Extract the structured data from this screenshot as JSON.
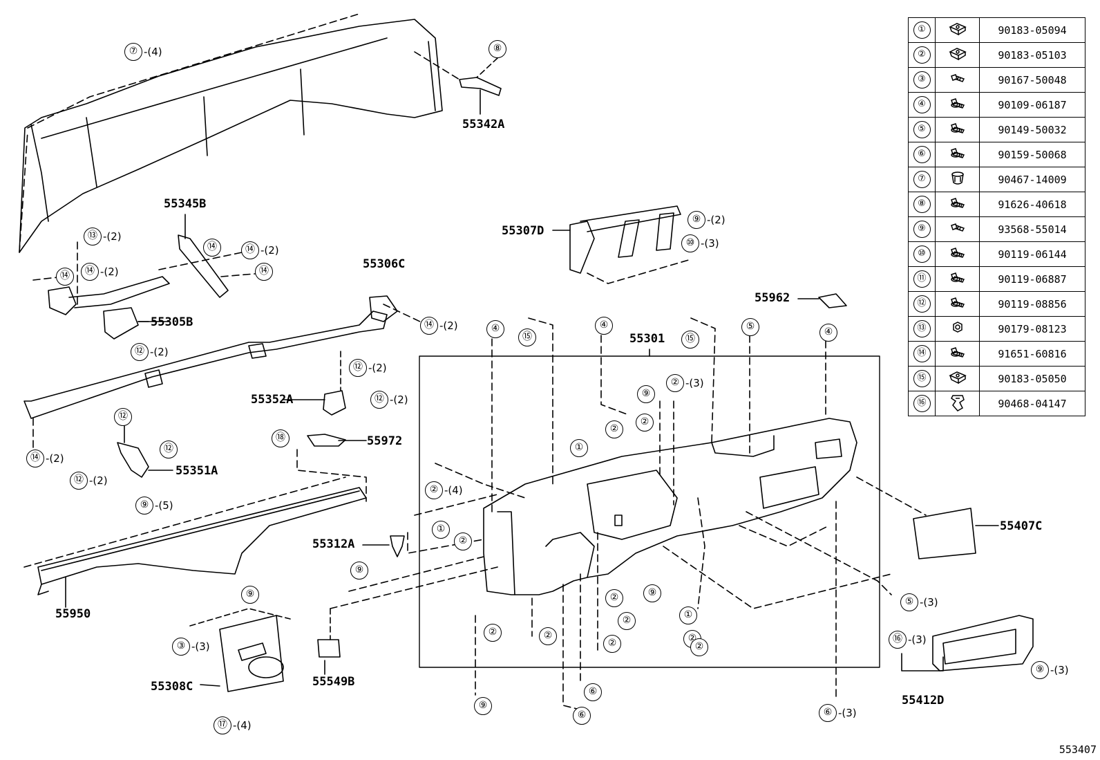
{
  "part_labels": [
    {
      "id": "55342A",
      "text": "55342A"
    },
    {
      "id": "55345B",
      "text": "55345B"
    },
    {
      "id": "55305B",
      "text": "55305B"
    },
    {
      "id": "55306C",
      "text": "55306C"
    },
    {
      "id": "55352A",
      "text": "55352A"
    },
    {
      "id": "55972",
      "text": "55972"
    },
    {
      "id": "55351A",
      "text": "55351A"
    },
    {
      "id": "55950",
      "text": "55950"
    },
    {
      "id": "55312A",
      "text": "55312A"
    },
    {
      "id": "55308C",
      "text": "55308C"
    },
    {
      "id": "55549B",
      "text": "55549B"
    },
    {
      "id": "55307D",
      "text": "55307D"
    },
    {
      "id": "55962",
      "text": "55962"
    },
    {
      "id": "55301",
      "text": "55301"
    },
    {
      "id": "55407C",
      "text": "55407C"
    },
    {
      "id": "55412D",
      "text": "55412D"
    }
  ],
  "callouts": [
    {
      "n": "⑦",
      "q": "-(4)"
    },
    {
      "n": "⑧",
      "q": ""
    },
    {
      "n": "⑬",
      "q": "-(2)"
    },
    {
      "n": "⑭",
      "q": ""
    },
    {
      "n": "⑭",
      "q": "-(2)"
    },
    {
      "n": "⑭",
      "q": ""
    },
    {
      "n": "⑭",
      "q": "-(2)"
    },
    {
      "n": "⑭",
      "q": ""
    },
    {
      "n": "⑫",
      "q": "-(2)"
    },
    {
      "n": "⑭",
      "q": "-(2)"
    },
    {
      "n": "⑫",
      "q": "-(2)"
    },
    {
      "n": "⑫",
      "q": "-(2)"
    },
    {
      "n": "⑭",
      "q": "-(2)"
    },
    {
      "n": "⑫",
      "q": ""
    },
    {
      "n": "⑫",
      "q": ""
    },
    {
      "n": "⑫",
      "q": "-(2)"
    },
    {
      "n": "⑱",
      "q": ""
    },
    {
      "n": "⑨",
      "q": "-(5)"
    },
    {
      "n": "⑨",
      "q": ""
    },
    {
      "n": "③",
      "q": "-(3)"
    },
    {
      "n": "⑰",
      "q": "-(4)"
    },
    {
      "n": "⑨",
      "q": ""
    },
    {
      "n": "⑨",
      "q": "-(2)"
    },
    {
      "n": "⑩",
      "q": "-(3)"
    },
    {
      "n": "④",
      "q": ""
    },
    {
      "n": "⑮",
      "q": ""
    },
    {
      "n": "④",
      "q": ""
    },
    {
      "n": "⑮",
      "q": ""
    },
    {
      "n": "⑤",
      "q": ""
    },
    {
      "n": "④",
      "q": ""
    },
    {
      "n": "⑨",
      "q": ""
    },
    {
      "n": "②",
      "q": "-(3)"
    },
    {
      "n": "②",
      "q": ""
    },
    {
      "n": "②",
      "q": ""
    },
    {
      "n": "①",
      "q": ""
    },
    {
      "n": "②",
      "q": "-(4)"
    },
    {
      "n": "①",
      "q": ""
    },
    {
      "n": "②",
      "q": ""
    },
    {
      "n": "②",
      "q": ""
    },
    {
      "n": "⑨",
      "q": ""
    },
    {
      "n": "②",
      "q": ""
    },
    {
      "n": "②",
      "q": ""
    },
    {
      "n": "①",
      "q": ""
    },
    {
      "n": "②",
      "q": ""
    },
    {
      "n": "②",
      "q": ""
    },
    {
      "n": "②",
      "q": ""
    },
    {
      "n": "②",
      "q": ""
    },
    {
      "n": "⑥",
      "q": ""
    },
    {
      "n": "⑥",
      "q": ""
    },
    {
      "n": "⑨",
      "q": ""
    },
    {
      "n": "⑥",
      "q": "-(3)"
    },
    {
      "n": "⑤",
      "q": "-(3)"
    },
    {
      "n": "⑯",
      "q": "-(3)"
    },
    {
      "n": "⑨",
      "q": "-(3)"
    }
  ],
  "legend": [
    {
      "n": "①",
      "icon": "clip-nut-icon",
      "part": "90183-05094"
    },
    {
      "n": "②",
      "icon": "clip-nut-icon",
      "part": "90183-05103"
    },
    {
      "n": "③",
      "icon": "screw-icon",
      "part": "90167-50048"
    },
    {
      "n": "④",
      "icon": "bolt-icon",
      "part": "90109-06187"
    },
    {
      "n": "⑤",
      "icon": "bolt-icon",
      "part": "90149-50032"
    },
    {
      "n": "⑥",
      "icon": "bolt-icon",
      "part": "90159-50068"
    },
    {
      "n": "⑦",
      "icon": "grommet-icon",
      "part": "90467-14009"
    },
    {
      "n": "⑧",
      "icon": "bolt-icon",
      "part": "91626-40618"
    },
    {
      "n": "⑨",
      "icon": "screw-icon",
      "part": "93568-55014"
    },
    {
      "n": "⑩",
      "icon": "bolt-icon",
      "part": "90119-06144"
    },
    {
      "n": "⑪",
      "icon": "bolt-icon",
      "part": "90119-06887"
    },
    {
      "n": "⑫",
      "icon": "bolt-icon",
      "part": "90119-08856"
    },
    {
      "n": "⑬",
      "icon": "nut-icon",
      "part": "90179-08123"
    },
    {
      "n": "⑭",
      "icon": "bolt-icon",
      "part": "91651-60816"
    },
    {
      "n": "⑮",
      "icon": "clip-nut-icon",
      "part": "90183-05050"
    },
    {
      "n": "⑯",
      "icon": "clip-icon",
      "part": "90468-04147"
    }
  ],
  "ref_number": "553407"
}
